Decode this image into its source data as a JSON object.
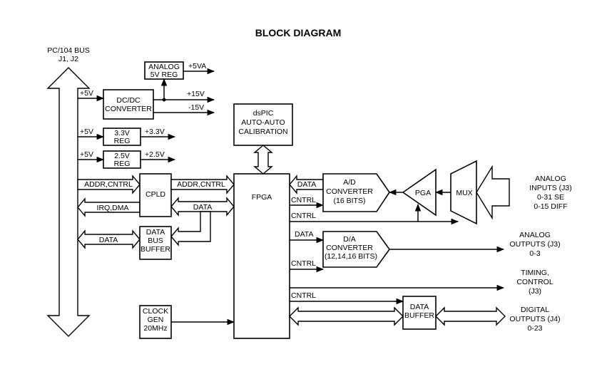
{
  "title": "BLOCK DIAGRAM",
  "pc104": {
    "line1": "PC/104 BUS",
    "line2": "J1, J2"
  },
  "blocks": {
    "analog_reg": {
      "l1": "ANALOG",
      "l2": "5V REG"
    },
    "dcdc": {
      "l1": "DC/DC",
      "l2": "CONVERTER"
    },
    "reg33": {
      "l1": "3.3V",
      "l2": "REG"
    },
    "reg25": {
      "l1": "2.5V",
      "l2": "REG"
    },
    "cpld": {
      "l1": "CPLD"
    },
    "databus": {
      "l1": "DATA",
      "l2": "BUS",
      "l3": "BUFFER"
    },
    "clock": {
      "l1": "CLOCK",
      "l2": "GEN",
      "l3": "20MHz"
    },
    "dspic": {
      "l1": "dsPIC",
      "l2": "AUTO-AUTO",
      "l3": "CALIBRATION"
    },
    "fpga": {
      "l1": "FPGA"
    },
    "adc": {
      "l1": "A/D",
      "l2": "CONVERTER",
      "l3": "(16 BITS)"
    },
    "dac": {
      "l1": "D/A",
      "l2": "CONVERTER",
      "l3": "(12,14,16 BITS)"
    },
    "pga": {
      "l1": "PGA"
    },
    "mux": {
      "l1": "MUX"
    },
    "databuf2": {
      "l1": "DATA",
      "l2": "BUFFER"
    }
  },
  "signals": {
    "p5v_dcdc": "+5V",
    "p5va": "+5VA",
    "p15v": "+15V",
    "m15v": "-15V",
    "p5v_33": "+5V",
    "p33v": "+3.3V",
    "p5v_25": "+5V",
    "p25v": "+2.5V",
    "addr_cntrl_left": "ADDR,CNTRL",
    "addr_cntrl_right": "ADDR,CNTRL",
    "irq_dma": "IRQ,DMA",
    "data_cpld": "DATA",
    "data_buffer": "DATA",
    "data_adc": "DATA",
    "cntrl_adc": "CNTRL",
    "cntrl_pga": "CNTRL",
    "data_dac": "DATA",
    "cntrl_dac": "CNTRL",
    "cntrl_timing": "CNTRL"
  },
  "outputs": {
    "analog_inputs": {
      "l1": "ANALOG",
      "l2": "INPUTS (J3)",
      "l3": "0-31 SE",
      "l4": "0-15 DIFF"
    },
    "analog_outputs": {
      "l1": "ANALOG",
      "l2": "OUTPUTS (J3)",
      "l3": "0-3"
    },
    "timing": {
      "l1": "TIMING,",
      "l2": "CONTROL",
      "l3": "(J3)"
    },
    "digital": {
      "l1": "DIGITAL",
      "l2": "OUTPUTS (J4)",
      "l3": "0-23"
    }
  }
}
